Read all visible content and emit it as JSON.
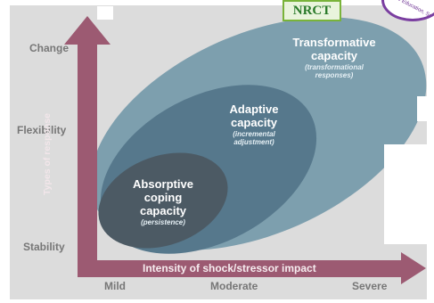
{
  "badge": {
    "nrct": "NRCT",
    "seal_text": "he Education, Sc"
  },
  "y_axis": {
    "label": "Types of response",
    "ticks": [
      "Change",
      "Flexibility",
      "Stability"
    ]
  },
  "x_axis": {
    "label": "Intensity of shock/stressor impact",
    "ticks": [
      "Mild",
      "Moderate",
      "Severe"
    ]
  },
  "capacities": {
    "transformative": {
      "title_1": "Transformative",
      "title_2": "capacity",
      "sub_1": "(transformational",
      "sub_2": "responses)"
    },
    "adaptive": {
      "title_1": "Adaptive",
      "title_2": "capacity",
      "sub_1": "(incremental",
      "sub_2": "adjustment)"
    },
    "absorptive": {
      "title_1": "Absorptive",
      "title_2": "coping",
      "title_3": "capacity",
      "sub_1": "(persistence)"
    }
  },
  "colors": {
    "background": "#dcdcdc",
    "axis": "#9c5a72",
    "outer_ellipse": "#7d9fae",
    "middle_ellipse": "#56788c",
    "inner_ellipse": "#4c5a64"
  }
}
